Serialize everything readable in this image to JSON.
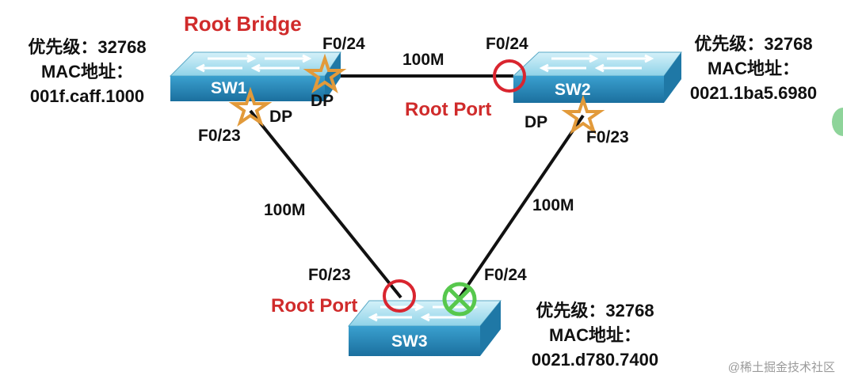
{
  "root_bridge_label": "Root Bridge",
  "switches": [
    {
      "id": "sw1",
      "name": "SW1"
    },
    {
      "id": "sw2",
      "name": "SW2"
    },
    {
      "id": "sw3",
      "name": "SW3"
    }
  ],
  "links": [
    {
      "id": "sw1-sw2",
      "label": "100M"
    },
    {
      "id": "sw1-sw3",
      "label": "100M"
    },
    {
      "id": "sw2-sw3",
      "label": "100M"
    }
  ],
  "ports": {
    "sw1_f024": "F0/24",
    "sw1_f023": "F0/23",
    "sw2_f024": "F0/24",
    "sw2_f023": "F0/23",
    "sw3_f023": "F0/23",
    "sw3_f024": "F0/24"
  },
  "roles": {
    "sw1_f024": "DP",
    "sw1_f023": "DP",
    "sw2_f023": "DP",
    "sw2_root": "Root Port",
    "sw3_root": "Root Port"
  },
  "info": {
    "sw1": {
      "priority": "优先级：32768",
      "mac_label": "MAC地址：",
      "mac": "001f.caff.1000"
    },
    "sw2": {
      "priority": "优先级：32768",
      "mac_label": "MAC地址：",
      "mac": "0021.1ba5.6980"
    },
    "sw3": {
      "priority": "优先级：32768",
      "mac_label": "MAC地址：",
      "mac": "0021.d780.7400"
    }
  },
  "markers": {
    "designated": "star",
    "root_port": "circle",
    "blocked": "crossed-circle"
  },
  "colors": {
    "switch_top": "#aee3f0",
    "switch_front": "#2f8fbf",
    "designated": "#e29a3a",
    "root_port": "#d9252f",
    "blocked": "#57c84d",
    "highlight": "#d02b2b"
  },
  "watermark": "@稀土掘金技术社区"
}
